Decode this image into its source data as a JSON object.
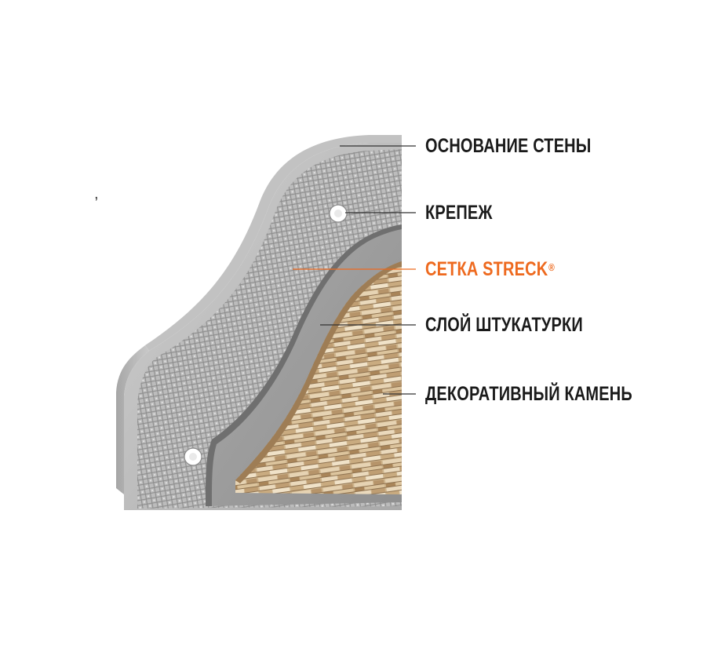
{
  "stray_mark": ",",
  "labels": {
    "wall_base": "ОСНОВАНИЕ  СТЕНЫ",
    "fastener": "КРЕПЕЖ",
    "mesh": "СЕТКА STRECK",
    "mesh_mark": "®",
    "plaster": "СЛОЙ ШТУКАТУРКИ",
    "stone": "ДЕКОРАТИВНЫЙ КАМЕНЬ"
  },
  "colors": {
    "label": "#1a1a1a",
    "accent": "#ee6a1f",
    "leader": "#333333",
    "concrete": "#b9b9b9",
    "plaster": "#9c9c9c",
    "stone": "#d2b892"
  }
}
